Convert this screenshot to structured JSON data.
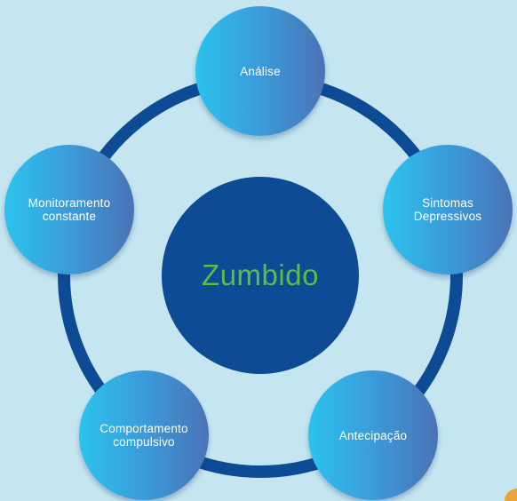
{
  "diagram": {
    "center_label": "Zumbido",
    "nodes": [
      {
        "label": "Análise"
      },
      {
        "label": "Sintomas Depressivos"
      },
      {
        "label": "Antecipação"
      },
      {
        "label": "Comportamento compulsivo"
      },
      {
        "label": "Monitoramento constante"
      }
    ]
  },
  "colors": {
    "background": "#c5e6f1",
    "ring": "#0d4c95",
    "hub": "#0d4c95",
    "hub_text": "#5dbb4a",
    "node_gradient_start": "#2cc3ee",
    "node_gradient_end": "#4a73b6",
    "node_text": "#ffffff",
    "corner_accent": "#e8a33a"
  }
}
